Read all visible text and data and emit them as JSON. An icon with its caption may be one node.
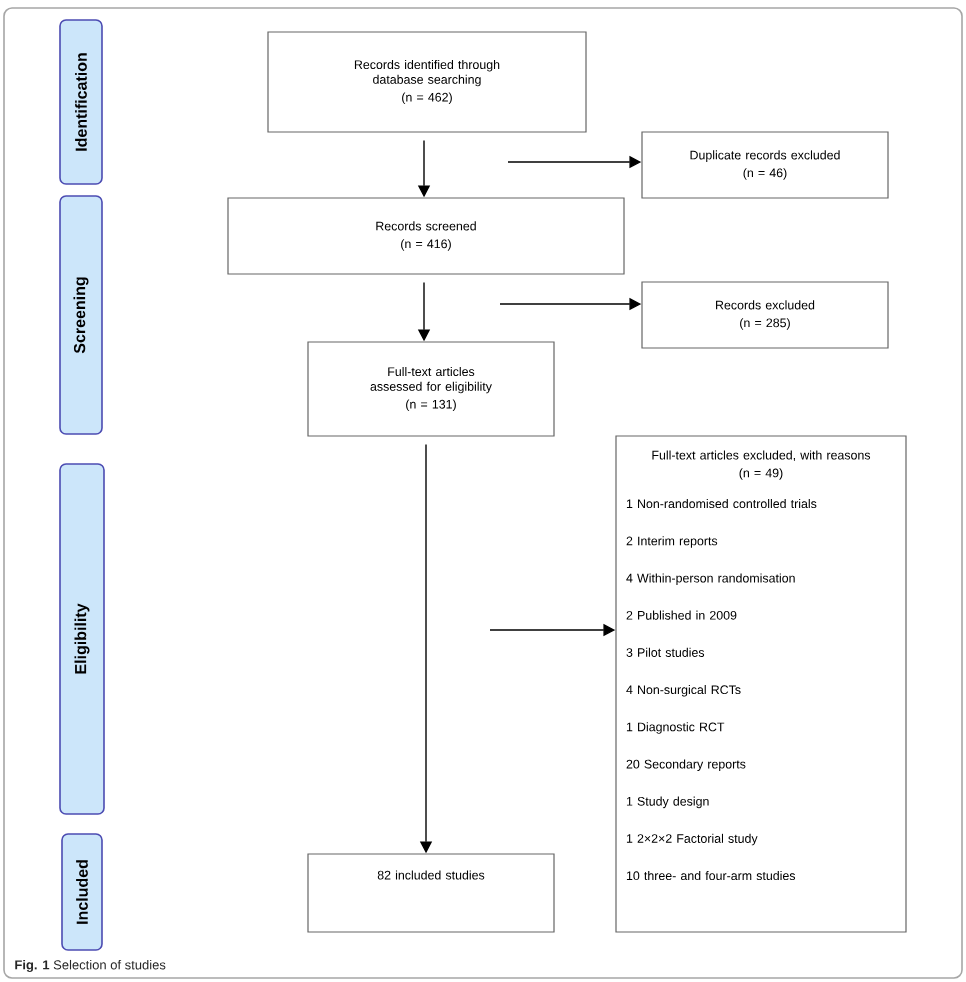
{
  "diagram": {
    "caption": "**Fig. 1** Selection of studies",
    "nodes": [
      {
        "text": [
          "Identification"
        ]
      },
      {
        "text": [
          "Screening"
        ]
      },
      {
        "text": [
          "Eligibility"
        ]
      },
      {
        "text": [
          "Included"
        ]
      },
      {
        "text": [
          "Records identified through database searching",
          "(n = 462)"
        ]
      },
      {
        "text": [
          "Duplicate records excluded",
          "(n = 46)"
        ]
      },
      {
        "text": [
          "Records screened",
          "(n = 416)"
        ]
      },
      {
        "text": [
          "Records excluded",
          "(n = 285)"
        ]
      },
      {
        "text": [
          "Full-text articles assessed for eligibility",
          "(n = 131)"
        ]
      },
      {
        "text": [
          "Full-text articles excluded, with reasons",
          "(n = 49)",
          "1 Non-randomised controlled trials",
          "2 Interim reports",
          "4 Within-person randomisation",
          "2 Published in 2009",
          "3 Pilot studies",
          "4 Non-surgical RCTs",
          "1 Diagnostic RCT",
          "20 Secondary reports",
          "1 Study design",
          "1 2×2×2 Factorial study",
          "10 three- and four-arm studies"
        ]
      },
      {
        "text": [
          "82 included studies"
        ]
      }
    ],
    "edges": [
      {
        "from": 4,
        "to": 6,
        "arrow": "to"
      },
      {
        "from": null,
        "to": 5,
        "arrow": "to"
      },
      {
        "from": 6,
        "to": 8,
        "arrow": "to"
      },
      {
        "from": null,
        "to": 7,
        "arrow": "to"
      },
      {
        "from": 8,
        "to": 10,
        "arrow": "to"
      },
      {
        "from": null,
        "to": 9,
        "arrow": "to"
      }
    ]
  }
}
